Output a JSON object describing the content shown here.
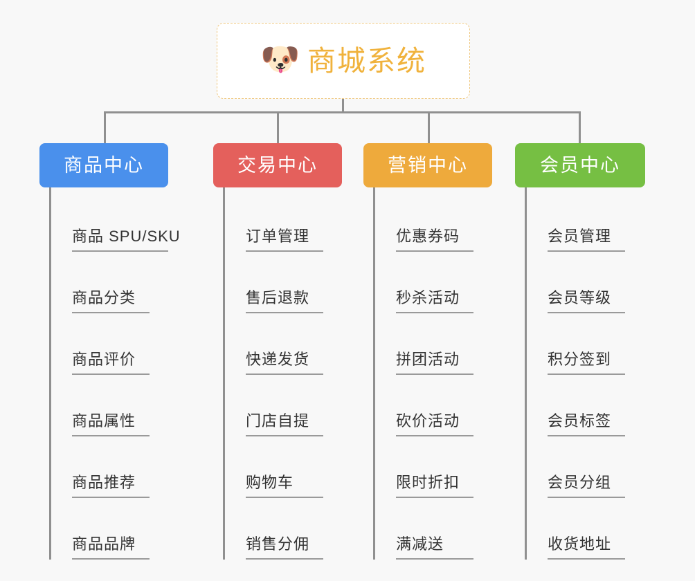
{
  "root": {
    "icon": "shiba-dog-face-icon",
    "emoji": "🐶",
    "title": "商城系统",
    "border_color": "#efc77e",
    "text_color": "#f0b23c",
    "background": "#ffffff"
  },
  "canvas": {
    "background": "#f8f8f8",
    "connector_color": "#909090"
  },
  "columns": [
    {
      "title": "商品中心",
      "color": "#4a90ec",
      "items": [
        "商品 SPU/SKU",
        "商品分类",
        "商品评价",
        "商品属性",
        "商品推荐",
        "商品品牌"
      ]
    },
    {
      "title": "交易中心",
      "color": "#e4605c",
      "items": [
        "订单管理",
        "售后退款",
        "快递发货",
        "门店自提",
        "购物车",
        "销售分佣"
      ]
    },
    {
      "title": "营销中心",
      "color": "#eeaa3c",
      "items": [
        "优惠券码",
        "秒杀活动",
        "拼团活动",
        "砍价活动",
        "限时折扣",
        "满减送"
      ]
    },
    {
      "title": "会员中心",
      "color": "#76bf43",
      "items": [
        "会员管理",
        "会员等级",
        "积分签到",
        "会员标签",
        "会员分组",
        "收货地址"
      ]
    }
  ]
}
